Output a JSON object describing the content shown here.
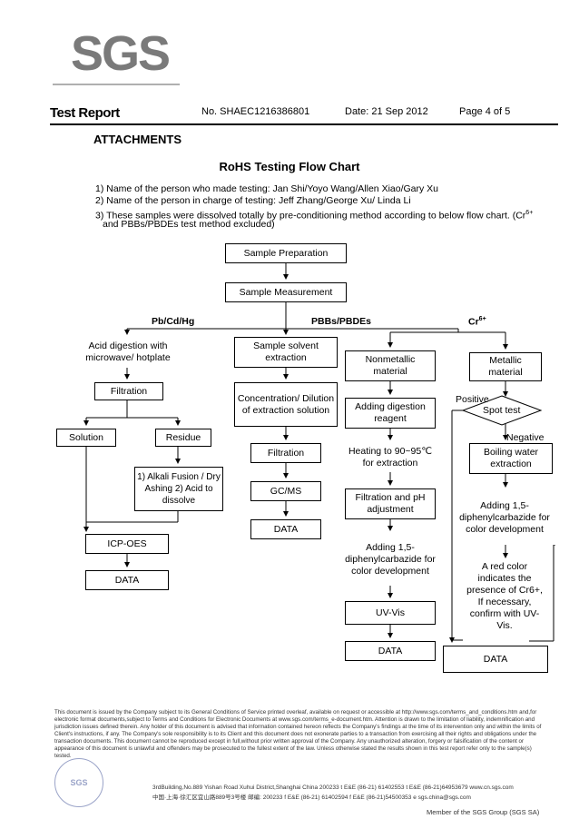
{
  "logo": "SGS",
  "header": {
    "title": "Test Report",
    "report_no": "No. SHAEC1216386801",
    "date": "Date: 21 Sep 2012",
    "page": "Page 4 of 5"
  },
  "section": "ATTACHMENTS",
  "chart_title": "RoHS Testing Flow Chart",
  "notes": {
    "n1": "1) Name of the person who made testing: Jan Shi/Yoyo Wang/Allen Xiao/Gary Xu",
    "n2": "2) Name of the person in charge of testing: Jeff Zhang/George Xu/ Linda Li",
    "n3a": "3) These samples were dissolved totally by pre-conditioning method according to below flow chart. (Cr",
    "n3sup": "6+",
    "n3b": "and PBBs/PBDEs test method excluded)"
  },
  "flow": {
    "sample_prep": "Sample Preparation",
    "sample_meas": "Sample Measurement",
    "branch_pb": "Pb/Cd/Hg",
    "branch_pbb": "PBBs/PBDEs",
    "branch_cr": "Cr",
    "branch_cr_sup": "6+",
    "acid_digestion": "Acid digestion with microwave/ hotplate",
    "filtration_left": "Filtration",
    "solution": "Solution",
    "residue": "Residue",
    "alkali": "1) Alkali Fusion / Dry Ashing 2) Acid to dissolve",
    "icp": "ICP-OES",
    "data_left": "DATA",
    "solvent": "Sample solvent extraction",
    "concentration": "Concentration/ Dilution of extraction solution",
    "filtration_mid": "Filtration",
    "gcms": "GC/MS",
    "data_mid": "DATA",
    "nonmetallic": "Nonmetallic material",
    "adding_digestion": "Adding digestion reagent",
    "heating": "Heating to 90~95℃ for extraction",
    "filtration_ph": "Filtration and pH adjustment",
    "adding_dpc_left": "Adding 1,5-diphenylcarbazide for color development",
    "uvvis": "UV-Vis",
    "data_cr_left": "DATA",
    "metallic": "Metallic material",
    "positive": "Positive",
    "spot_test": "Spot test",
    "negative": "Negative",
    "boiling": "Boiling water extraction",
    "adding_dpc_right": "Adding 1,5-diphenylcarbazide for color development",
    "red_color": "A red color indicates the presence of Cr6+, If necessary, confirm with UV-Vis.",
    "data_cr_right": "DATA"
  },
  "footer": {
    "disclaimer": "This document is issued by the Company subject to its General Conditions of Service printed overleaf, available on request or accessible at http://www.sgs.com/terms_and_conditions.htm and,for electronic format documents,subject to Terms and Conditions for Electronic Documents at www.sgs.com/terms_e-document.htm. Attention is drawn to the limitation of liability, indemnification and jurisdiction issues defined therein. Any holder of this document is advised that information contained hereon reflects the Company's findings at the time of its intervention only and within the limits of Client's instructions, if any. The Company's sole responsibility is to its Client and this document does not exonerate parties to a transaction from exercising all their rights and obligations under the transaction documents. This document cannot be reproduced except in full,without prior written approval of the Company. Any unauthorized alteration, forgery or falsification of the content or appearance of this document is unlawful and offenders may be prosecuted to the fullest extent of the law. Unless otherwise stated the results shown in this test report refer only to the sample(s) tested.",
    "addr1": "3rdBuilding,No.889 Yishan Road Xuhui District,Shanghai China   200233     t E&E (86-21) 61402553  t E&E (86-21)64953679     www.cn.sgs.com",
    "addr2": "中国·上海·徐汇区宜山路889号3号楼   邮编: 200233     f E&E (86-21) 61402594  f E&E (86-21)54500353     e sgs.china@sgs.com",
    "member": "Member of the SGS Group (SGS SA)",
    "stamp": "SGS"
  }
}
